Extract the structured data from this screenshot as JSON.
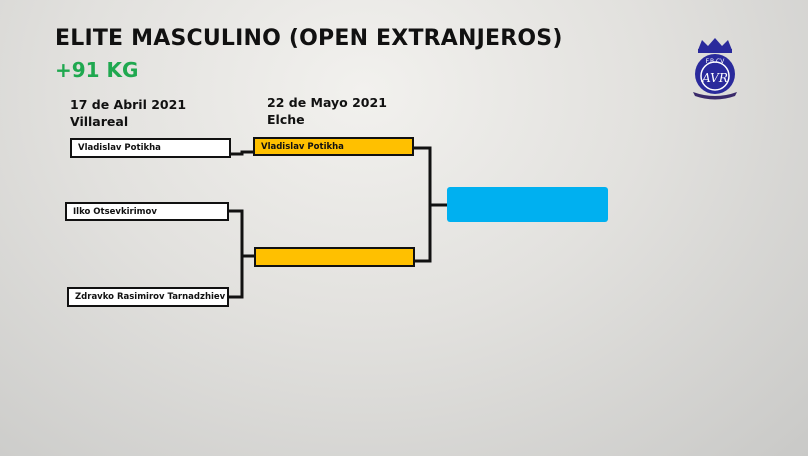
{
  "header": {
    "title": "ELITE MASCULINO (OPEN EXTRANJEROS)",
    "weight_class": "+91 KG"
  },
  "logo": {
    "text": "F.B.CV",
    "monogram": "AVR"
  },
  "rounds": [
    {
      "date": "17 de Abril 2021",
      "venue": "Villareal",
      "competitors": [
        "Vladislav Potikha",
        "Ilko Otsevkirimov",
        "Zdravko Rasimirov Tarnadzhiev"
      ]
    },
    {
      "date": "22 de Mayo 2021",
      "venue": "Elche",
      "competitors": [
        "Vladislav Potikha",
        ""
      ]
    },
    {
      "competitors": [
        ""
      ]
    }
  ],
  "colors": {
    "round2_box": "#ffc000",
    "final_box": "#00b0f0",
    "subtitle": "#1fa84f"
  }
}
